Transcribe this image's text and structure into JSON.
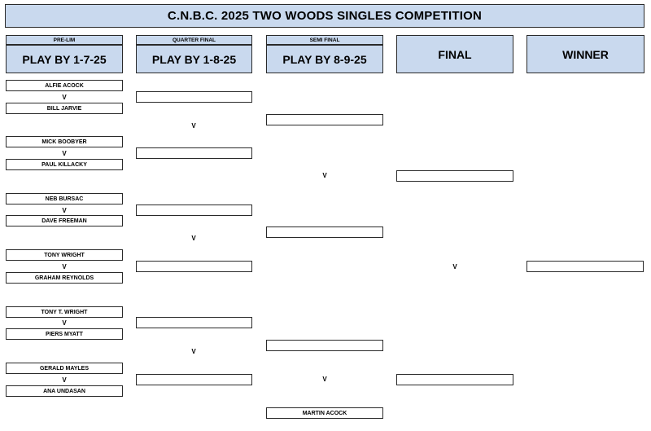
{
  "title": "C.N.B.C. 2025 TWO WOODS SINGLES COMPETITION",
  "versus": "V",
  "columns": [
    {
      "label": "PRE-LIM",
      "play_by": "PLAY BY  1-7-25"
    },
    {
      "label": "QUARTER FINAL",
      "play_by": "PLAY BY 1-8-25"
    },
    {
      "label": "SEMI FINAL",
      "play_by": "PLAY BY 8-9-25"
    },
    {
      "label": "FINAL"
    },
    {
      "label": "WINNER"
    }
  ],
  "prelim_players": [
    "ALFIE ACOCK",
    "BILL JARVIE",
    "MICK BOOBYER",
    "PAUL KILLACKY",
    "NEB BURSAC",
    "DAVE FREEMAN",
    "TONY WRIGHT",
    "GRAHAM REYNOLDS",
    "TONY T. WRIGHT",
    "PIERS MYATT",
    "GERALD MAYLES",
    "ANA UNDASAN"
  ],
  "quarter_final_slots": [
    "",
    "",
    "",
    "",
    "",
    ""
  ],
  "semi_final_slots": [
    "",
    "",
    "",
    "MARTIN ACOCK"
  ],
  "final_slots": [
    "",
    ""
  ],
  "winner_slot": ""
}
